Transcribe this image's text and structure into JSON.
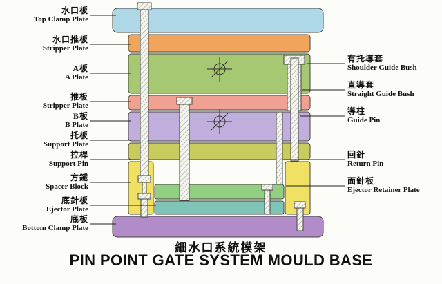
{
  "titles": {
    "chinese": "細水口系統模架",
    "english": "PIN POINT GATE SYSTEM MOULD BASE"
  },
  "left_labels": [
    {
      "zh": "水口板",
      "en": "Top Clamp Plate"
    },
    {
      "zh": "水口推板",
      "en": "Stripper Plate"
    },
    {
      "zh": "A板",
      "en": "A Plate"
    },
    {
      "zh": "推板",
      "en": "Stripper Plate"
    },
    {
      "zh": "B板",
      "en": "B Plate"
    },
    {
      "zh": "托板",
      "en": "Support Plate"
    },
    {
      "zh": "拉桿",
      "en": "Support Pin"
    },
    {
      "zh": "方鐵",
      "en": "Spacer Block"
    },
    {
      "zh": "底針板",
      "en": "Ejector Plate"
    },
    {
      "zh": "底板",
      "en": "Bottom Clamp Plate"
    }
  ],
  "right_labels": [
    {
      "zh": "有托導套",
      "en": "Shoulder Guide Bush"
    },
    {
      "zh": "直導套",
      "en": "Straight Guide Bush"
    },
    {
      "zh": "導柱",
      "en": "Guide Pin"
    },
    {
      "zh": "回針",
      "en": "Return Pin"
    },
    {
      "zh": "面針板",
      "en": "Ejector Retainer Plate"
    }
  ],
  "diagram": {
    "colors": {
      "top_clamp_plate": "#aed7e8",
      "stripper_plate_upper": "#f0a45c",
      "a_plate": "#a6c873",
      "stripper_plate": "#f0a292",
      "b_plate": "#c0aedd",
      "support_plate": "#c8cb5e",
      "spacer_block": "#f0e164",
      "ejector_retainer_plate": "#93cf82",
      "ejector_plate": "#7fc4b6",
      "bottom_clamp_plate": "#b18cc8",
      "outline": "#45453e"
    }
  }
}
